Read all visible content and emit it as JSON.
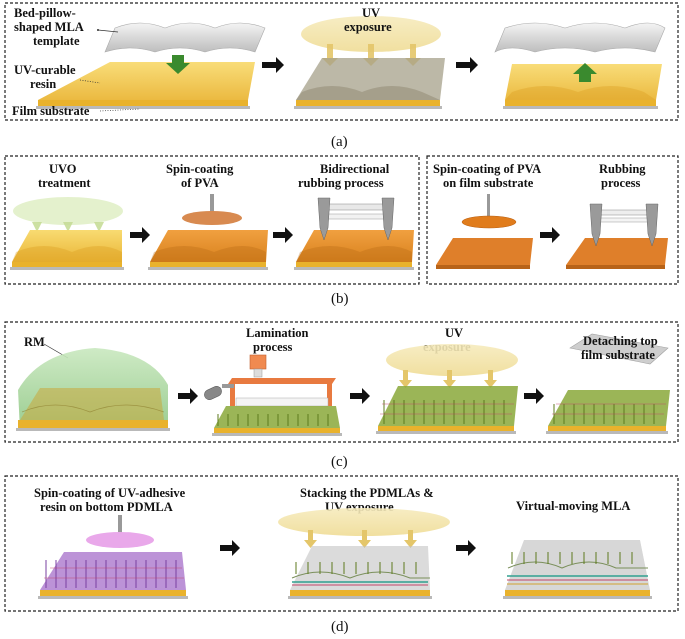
{
  "panels": {
    "a": {
      "caption": "(a)",
      "labels": {
        "template": [
          "Bed-pillow-",
          "shaped MLA",
          "template"
        ],
        "resin": [
          "UV-curable",
          "resin"
        ],
        "substrate": "Film substrate",
        "uv": [
          "UV",
          "exposure"
        ]
      }
    },
    "b": {
      "caption": "(b)",
      "labels": {
        "uvo": [
          "UVO",
          "treatment"
        ],
        "spin_pva": [
          "Spin-coating",
          "of PVA"
        ],
        "bidirectional": [
          "Bidirectional",
          "rubbing process"
        ],
        "spin_pva_film": [
          "Spin-coating of PVA",
          "on film substrate"
        ],
        "rubbing": [
          "Rubbing",
          "process"
        ]
      }
    },
    "c": {
      "caption": "(c)",
      "labels": {
        "rm": "RM",
        "lamination": [
          "Lamination",
          "process"
        ],
        "uv": [
          "UV",
          "exposure"
        ],
        "detach": [
          "Detaching top",
          "film substrate"
        ]
      }
    },
    "d": {
      "caption": "(d)",
      "labels": {
        "spin_adhesive": [
          "Spin-coating of UV-adhesive",
          "resin on bottom PDMLA"
        ],
        "stacking": [
          "Stacking the PDMLAs &",
          "UV exposure"
        ],
        "virtual": "Virtual-moving MLA"
      }
    }
  },
  "colors": {
    "resin": "#f2c23a",
    "resin_dark": "#d99a1c",
    "substrate": "#b9b9b9",
    "template": "#d8d8d8",
    "uv_lamp": "#f3e3a3",
    "pva": "#e58a2a",
    "rm_green": "#a8d6a0",
    "arrow_green": "#3a8a2e",
    "adhesive": "#e6a6e6",
    "lc_purple": "#a070c0",
    "roller_orange": "#e87a40"
  }
}
